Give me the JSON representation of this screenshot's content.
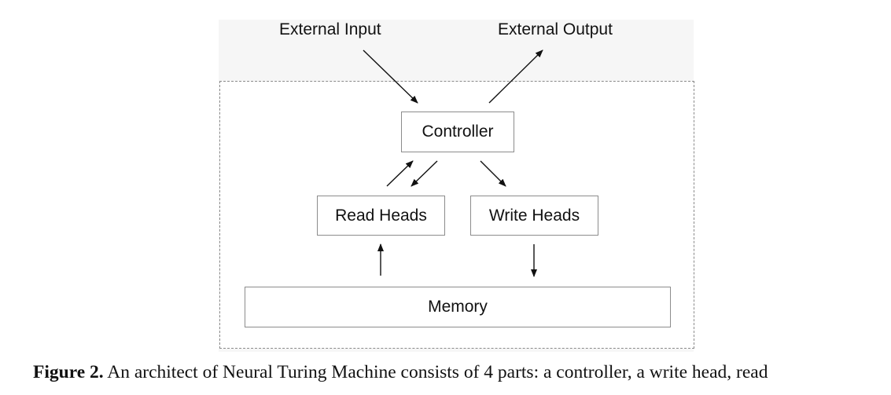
{
  "diagram": {
    "external_input_label": "External Input",
    "external_output_label": "External Output",
    "controller_label": "Controller",
    "read_heads_label": "Read Heads",
    "write_heads_label": "Write Heads",
    "memory_label": "Memory"
  },
  "caption": {
    "label": "Figure 2.",
    "text": "An architect of Neural Turing Machine consists of 4 parts: a controller, a write head, read"
  }
}
